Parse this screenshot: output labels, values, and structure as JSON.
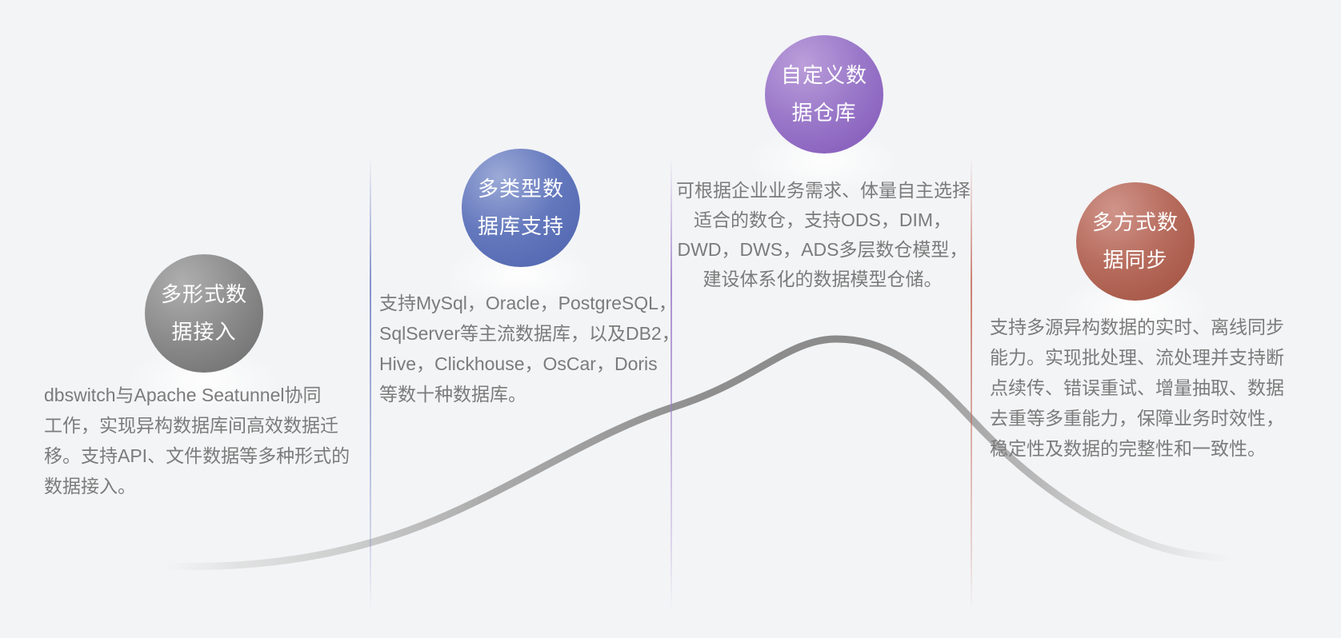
{
  "page": {
    "type": "feature-infographic",
    "background": "#f3f4f6"
  },
  "sections": [
    {
      "circle": {
        "line1": "多形式数",
        "line2": "据接入"
      },
      "accent_light": "#aeaeae",
      "accent_dark": "#6a6a6a",
      "description_lines": [
        "dbswitch与Apache Seatunnel协同",
        "工作，实现异构数据库间高效数据迁",
        "移。支持API、文件数据等多种形式的",
        "数据接入。"
      ]
    },
    {
      "circle": {
        "line1": "多类型数",
        "line2": "据库支持"
      },
      "accent_light": "#9caad7",
      "accent_dark": "#4c62ad",
      "description_lines": [
        "支持MySql，Oracle，PostgreSQL，",
        "SqlServer等主流数据库，以及DB2，",
        "Hive，Clickhouse，OsCar，Doris",
        "等数十种数据库。"
      ]
    },
    {
      "circle": {
        "line1": "自定义数",
        "line2": "据仓库"
      },
      "accent_light": "#bb9eda",
      "accent_dark": "#8155b8",
      "description_lines": [
        "可根据企业业务需求、体量自主选择",
        "适合的数仓，支持ODS，DIM，",
        "DWD，DWS，ADS多层数仓模型，",
        "建设体系化的数据模型仓储。"
      ]
    },
    {
      "circle": {
        "line1": "多方式数",
        "line2": "据同步"
      },
      "accent_light": "#d0948a",
      "accent_dark": "#a14f3e",
      "description_lines": [
        "支持多源异构数据的实时、离线同步",
        "能力。实现批处理、流处理并支持断",
        "点续传、错误重试、增量抽取、数据",
        "去重等多重能力，保障业务时效性，",
        "稳定性及数据的完整性和一致性。"
      ]
    }
  ],
  "dividers": [
    {
      "color": "#6d7fc4"
    },
    {
      "color": "#9b79c9"
    },
    {
      "color": "#c4685a"
    }
  ],
  "curve": {
    "shape": "bell",
    "color": "#8f8f8f"
  }
}
